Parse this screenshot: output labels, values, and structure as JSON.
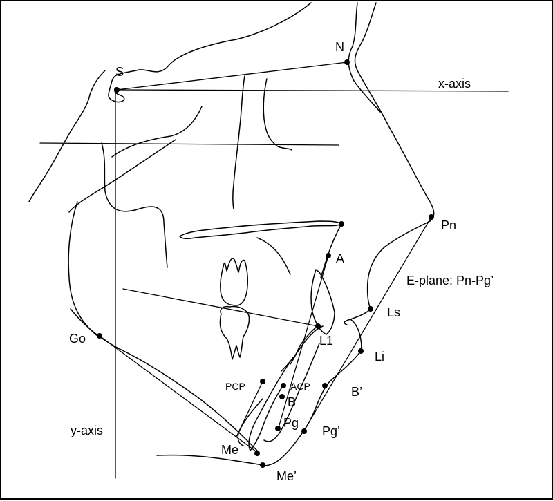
{
  "landmarks": {
    "S": "S",
    "N": "N",
    "Pn": "Pn",
    "A": "A",
    "Ls": "Ls",
    "L1": "L1",
    "Li": "Li",
    "Go": "Go",
    "PCP": "PCP",
    "ACP": "ACP",
    "B": "B",
    "B_soft": "B’",
    "Pg": "Pg",
    "Pg_soft": "Pg’",
    "Me": "Me",
    "Me_soft": "Me’"
  },
  "reference_lines": {
    "x_axis": "x-axis",
    "y_axis": "y-axis",
    "e_plane": "E-plane: Pn-Pg’"
  }
}
